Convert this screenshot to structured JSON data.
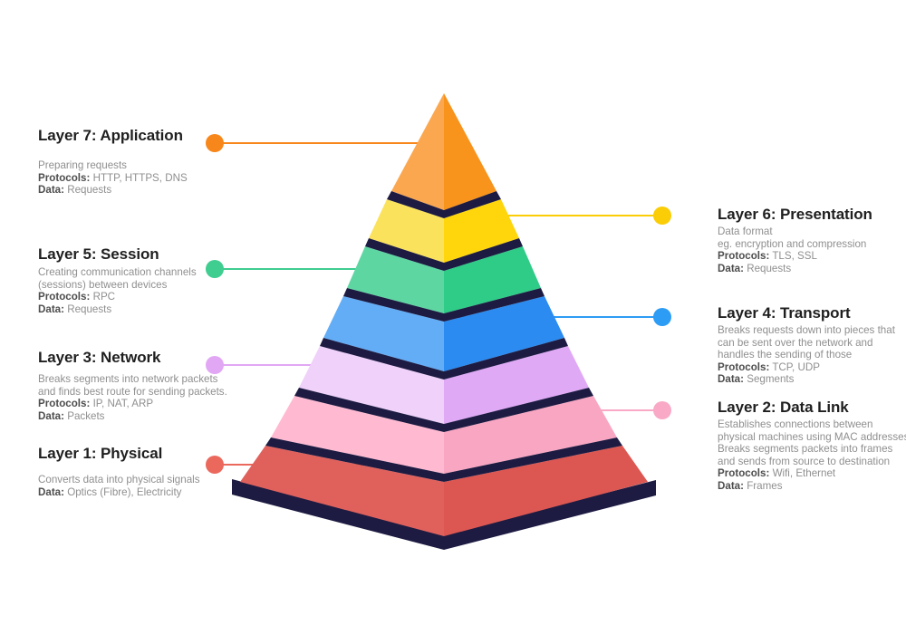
{
  "callouts": [
    {
      "title": "Layer 7: Application",
      "color": "#F8871B",
      "lines": [
        {
          "text": "Preparing requests"
        },
        {
          "bold": "Protocols:",
          "text": " HTTP, HTTPS, DNS"
        },
        {
          "bold": "Data:",
          "text": " Requests"
        }
      ]
    },
    {
      "title": "Layer 6: Presentation",
      "color": "#FACD06",
      "lines": [
        {
          "text": "Data format"
        },
        {
          "text": "eg. encryption and compression"
        },
        {
          "bold": "Protocols:",
          "text": " TLS, SSL"
        },
        {
          "bold": "Data:",
          "text": " Requests"
        }
      ]
    },
    {
      "title": "Layer 5: Session",
      "color": "#3FCD90",
      "lines": [
        {
          "text": "Creating communication channels"
        },
        {
          "text": "(sessions) between devices"
        },
        {
          "bold": "Protocols:",
          "text": " RPC"
        },
        {
          "bold": "Data:",
          "text": " Requests"
        }
      ]
    },
    {
      "title": "Layer 4: Transport",
      "color": "#2D9CF4",
      "lines": [
        {
          "text": "Breaks requests down into pieces that"
        },
        {
          "text": "can be sent over the network and"
        },
        {
          "text": "handles the sending of those"
        },
        {
          "bold": "Protocols:",
          "text": " TCP, UDP"
        },
        {
          "bold": "Data:",
          "text": " Segments"
        }
      ]
    },
    {
      "title": "Layer 3: Network",
      "color": "#E2A7F4",
      "lines": [
        {
          "text": "Breaks segments into network packets"
        },
        {
          "text": "and finds best route for sending packets."
        },
        {
          "bold": "Protocols:",
          "text": " IP, NAT, ARP"
        },
        {
          "bold": "Data:",
          "text": " Packets"
        }
      ]
    },
    {
      "title": "Layer 2: Data Link",
      "color": "#F9A9C6",
      "lines": [
        {
          "text": "Establishes connections between"
        },
        {
          "text": "physical machines using MAC addresses"
        },
        {
          "text": "Breaks segments packets into frames"
        },
        {
          "text": "and sends from source to destination"
        },
        {
          "bold": "Protocols:",
          "text": " Wifi, Ethernet"
        },
        {
          "bold": "Data:",
          "text": " Frames"
        }
      ]
    },
    {
      "title": "Layer 1: Physical",
      "color": "#EB685D",
      "lines": [
        {
          "text": "Converts data into physical signals"
        },
        {
          "bold": "Data:",
          "text": " Optics (Fibre), Electricity"
        }
      ]
    }
  ],
  "pyramid": {
    "separator_color": "#1D1B42",
    "layers": [
      {
        "id": "layer-7",
        "left": "#FBA750",
        "right": "#F8931C"
      },
      {
        "id": "layer-6",
        "left": "#FBE25C",
        "right": "#FFD60B"
      },
      {
        "id": "layer-5",
        "left": "#5ED6A2",
        "right": "#2ECC87"
      },
      {
        "id": "layer-4",
        "left": "#63ADF6",
        "right": "#2B8BF0"
      },
      {
        "id": "layer-3",
        "left": "#EFD1FA",
        "right": "#DFA9F6"
      },
      {
        "id": "layer-2",
        "left": "#FFBAD2",
        "right": "#F9A6C2"
      },
      {
        "id": "layer-1",
        "left": "#E0615C",
        "right": "#DC5752"
      }
    ]
  }
}
